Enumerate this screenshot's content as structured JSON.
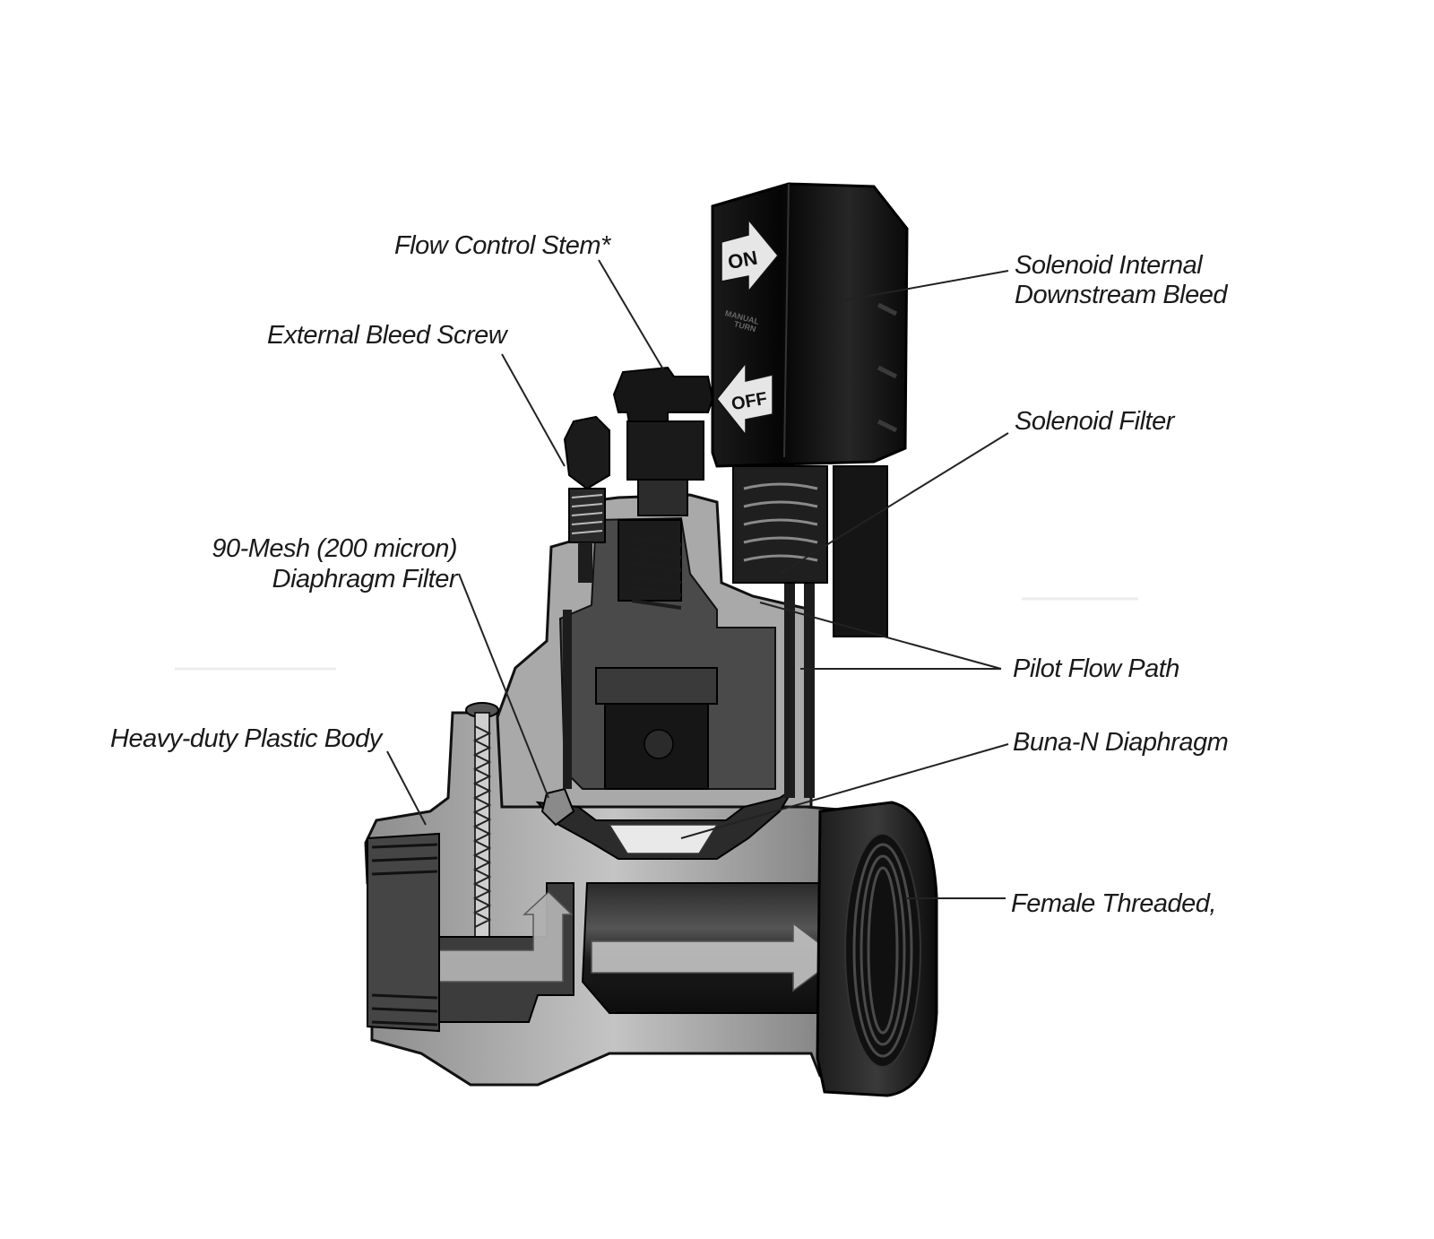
{
  "labels": {
    "flow_control_stem": "Flow Control Stem*",
    "external_bleed_screw": "External Bleed Screw",
    "diaphragm_filter_line1": "90-Mesh (200 micron)",
    "diaphragm_filter_line2": "Diaphragm Filter",
    "plastic_body": "Heavy-duty Plastic Body",
    "solenoid_bleed_line1": "Solenoid Internal",
    "solenoid_bleed_line2": "Downstream Bleed",
    "solenoid_filter": "Solenoid Filter",
    "pilot_flow_path": "Pilot Flow Path",
    "diaphragm": "Buna-N Diaphragm",
    "female_threaded": "Female Threaded,"
  },
  "solenoid": {
    "on_label": "ON",
    "off_label": "OFF",
    "manual_text_1": "MANUAL",
    "manual_text_2": "TURN"
  },
  "colors": {
    "ink": "#1a1a1a",
    "body_dark": "#141414",
    "body_mid": "#6e6e6e",
    "body_light": "#b9b9b9"
  }
}
